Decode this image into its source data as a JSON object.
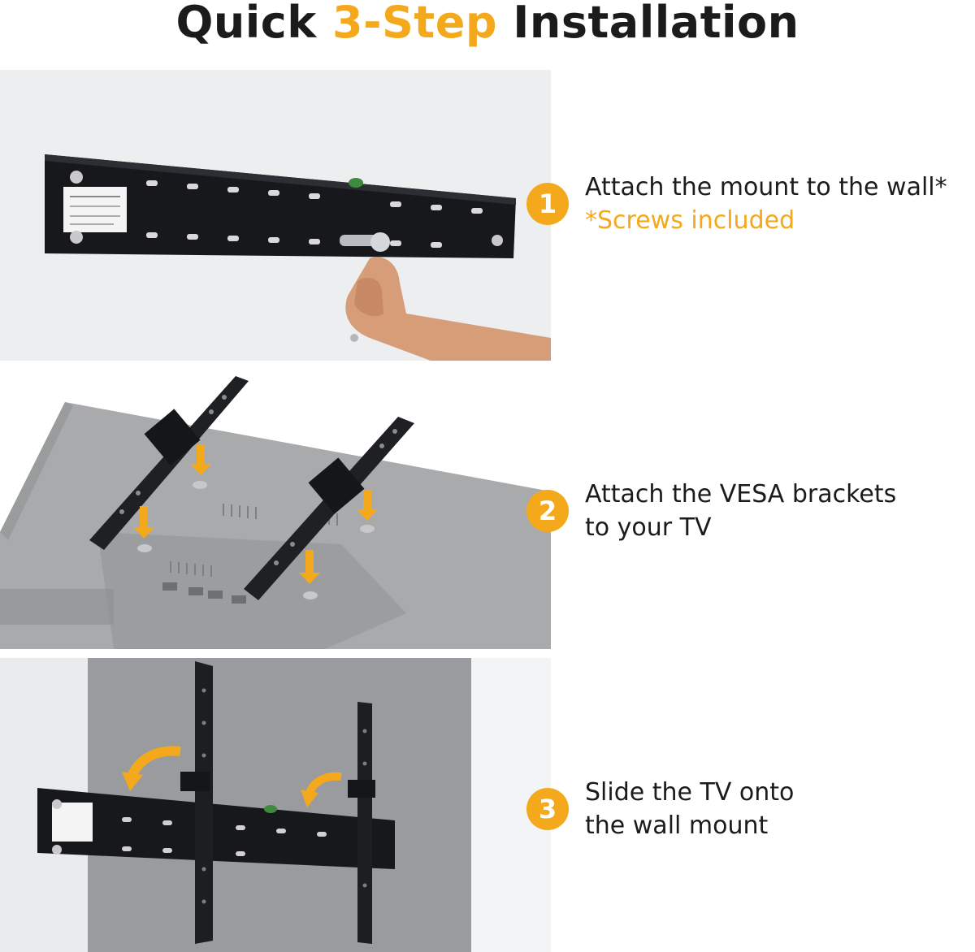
{
  "header": {
    "title_part1": "Quick ",
    "title_accent": "3-Step",
    "title_part2": " Installation"
  },
  "colors": {
    "accent": "#f4a81c",
    "text": "#1b1b1b"
  },
  "steps": [
    {
      "number": "1",
      "line1": "Attach the mount to the wall*",
      "line2": "*Screws included"
    },
    {
      "number": "2",
      "line1": "Attach the VESA brackets",
      "line2": "to your TV"
    },
    {
      "number": "3",
      "line1": "Slide the TV onto",
      "line2": "the wall mount"
    }
  ]
}
